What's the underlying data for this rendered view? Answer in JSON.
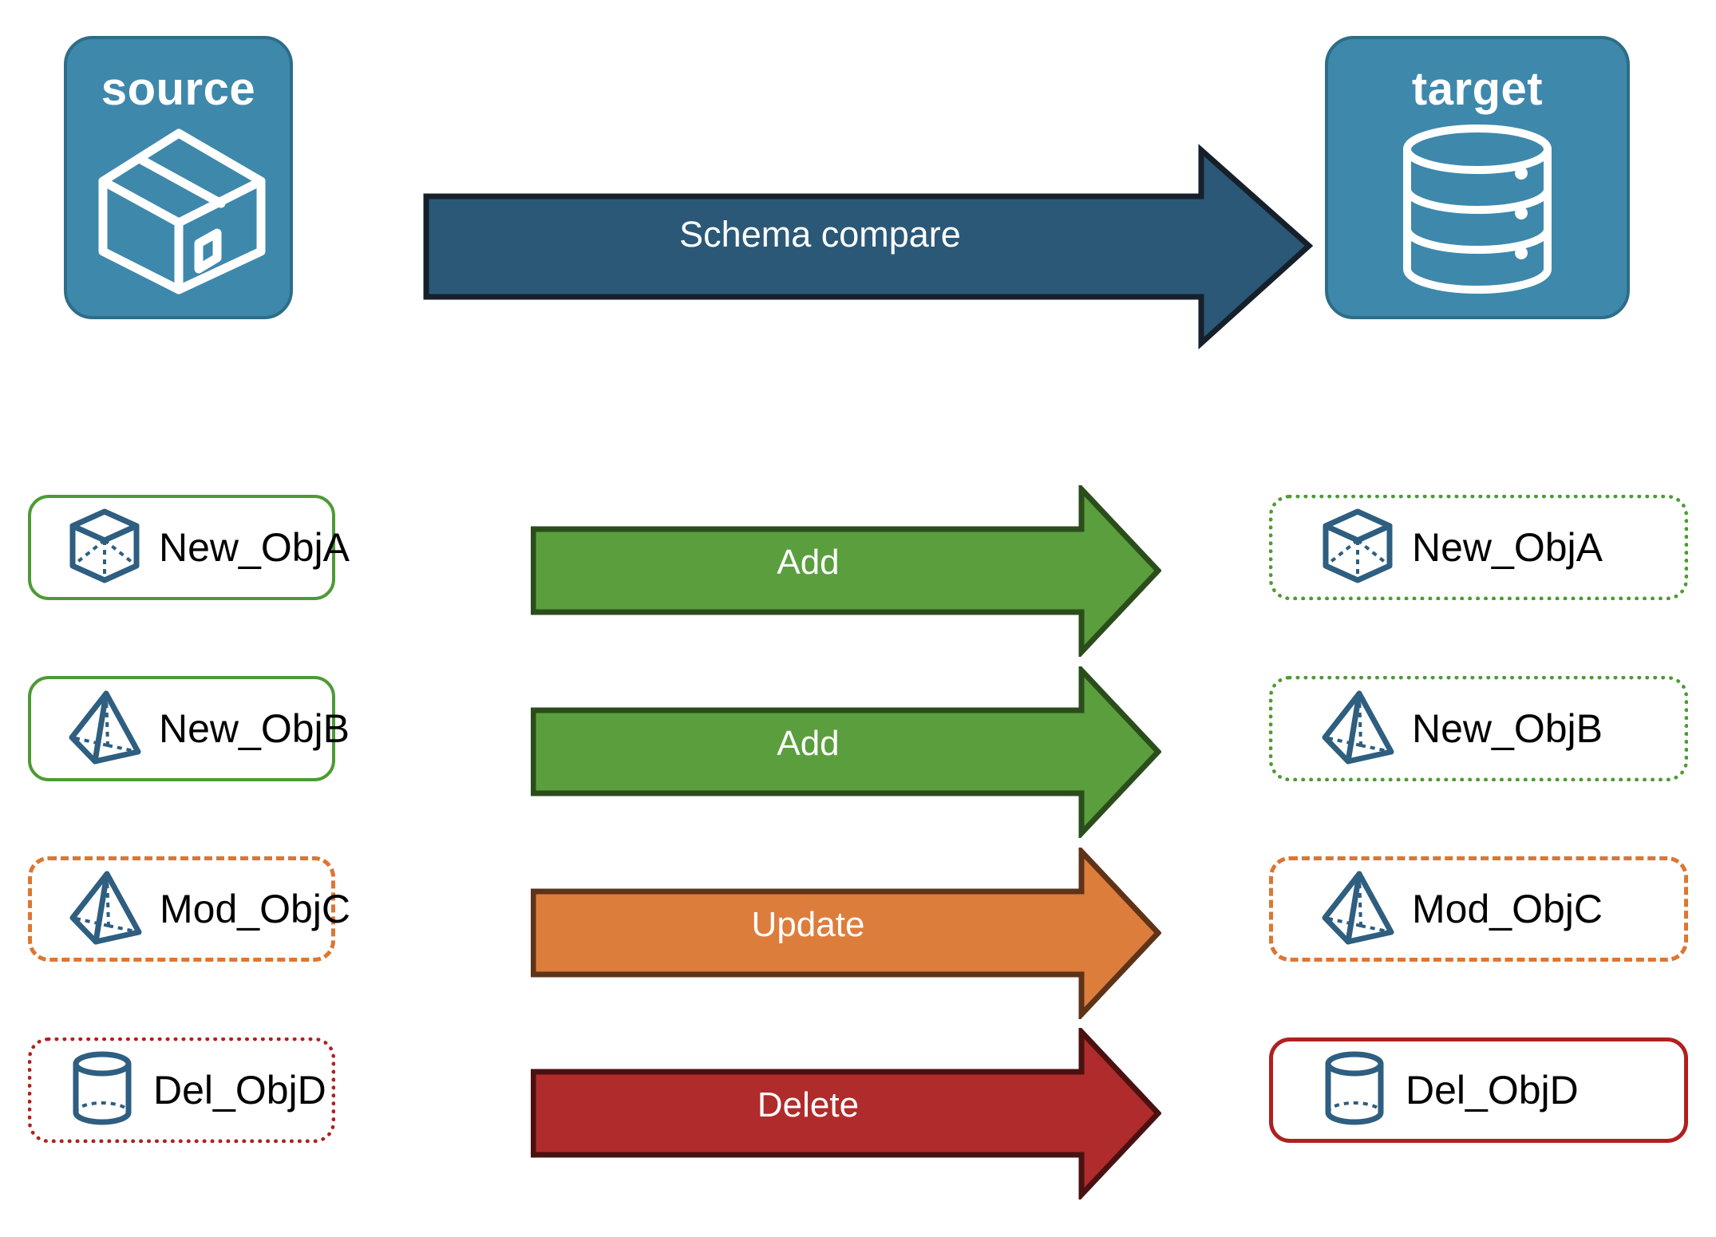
{
  "diagram": {
    "title_source": "source",
    "title_target": "target",
    "compare_arrow_label": "Schema compare"
  },
  "colors": {
    "endpoint_fill": "#3E88AC",
    "endpoint_border": "#2E6D87",
    "compare_arrow_fill": "#2B5877",
    "compare_arrow_border": "#16202B",
    "add_fill": "#5B9E3E",
    "add_border": "#2B4D1B",
    "update_fill": "#DD7D3C",
    "update_border": "#5E3318",
    "delete_fill": "#B02B2B",
    "delete_border": "#4A1111",
    "green": "#4E9A35",
    "orange": "#DC7633",
    "red": "#B02020",
    "icon_blue": "#2E5E80"
  },
  "endpoints": [
    {
      "name": "source",
      "label": "source",
      "icon": "package-box-icon"
    },
    {
      "name": "target",
      "label": "target",
      "icon": "database-cylinder-icon"
    }
  ],
  "rows": [
    {
      "action": "Add",
      "arrow_color_key": "add",
      "source": {
        "label": "New_ObjA",
        "icon": "wireframe-cube-icon",
        "border_style": "solid",
        "border_color_key": "green"
      },
      "target": {
        "label": "New_ObjA",
        "icon": "wireframe-cube-icon",
        "border_style": "dotted",
        "border_color_key": "green"
      }
    },
    {
      "action": "Add",
      "arrow_color_key": "add",
      "source": {
        "label": "New_ObjB",
        "icon": "wireframe-pyramid-icon",
        "border_style": "solid",
        "border_color_key": "green"
      },
      "target": {
        "label": "New_ObjB",
        "icon": "wireframe-pyramid-icon",
        "border_style": "dotted",
        "border_color_key": "green"
      }
    },
    {
      "action": "Update",
      "arrow_color_key": "update",
      "source": {
        "label": "Mod_ObjC",
        "icon": "wireframe-pyramid-icon",
        "border_style": "dashed",
        "border_color_key": "orange"
      },
      "target": {
        "label": "Mod_ObjC",
        "icon": "wireframe-pyramid-icon",
        "border_style": "dashed",
        "border_color_key": "orange"
      }
    },
    {
      "action": "Delete",
      "arrow_color_key": "delete",
      "source": {
        "label": "Del_ObjD",
        "icon": "wireframe-cylinder-icon",
        "border_style": "dotted",
        "border_color_key": "red"
      },
      "target": {
        "label": "Del_ObjD",
        "icon": "wireframe-cylinder-icon",
        "border_style": "solid",
        "border_color_key": "red"
      }
    }
  ]
}
